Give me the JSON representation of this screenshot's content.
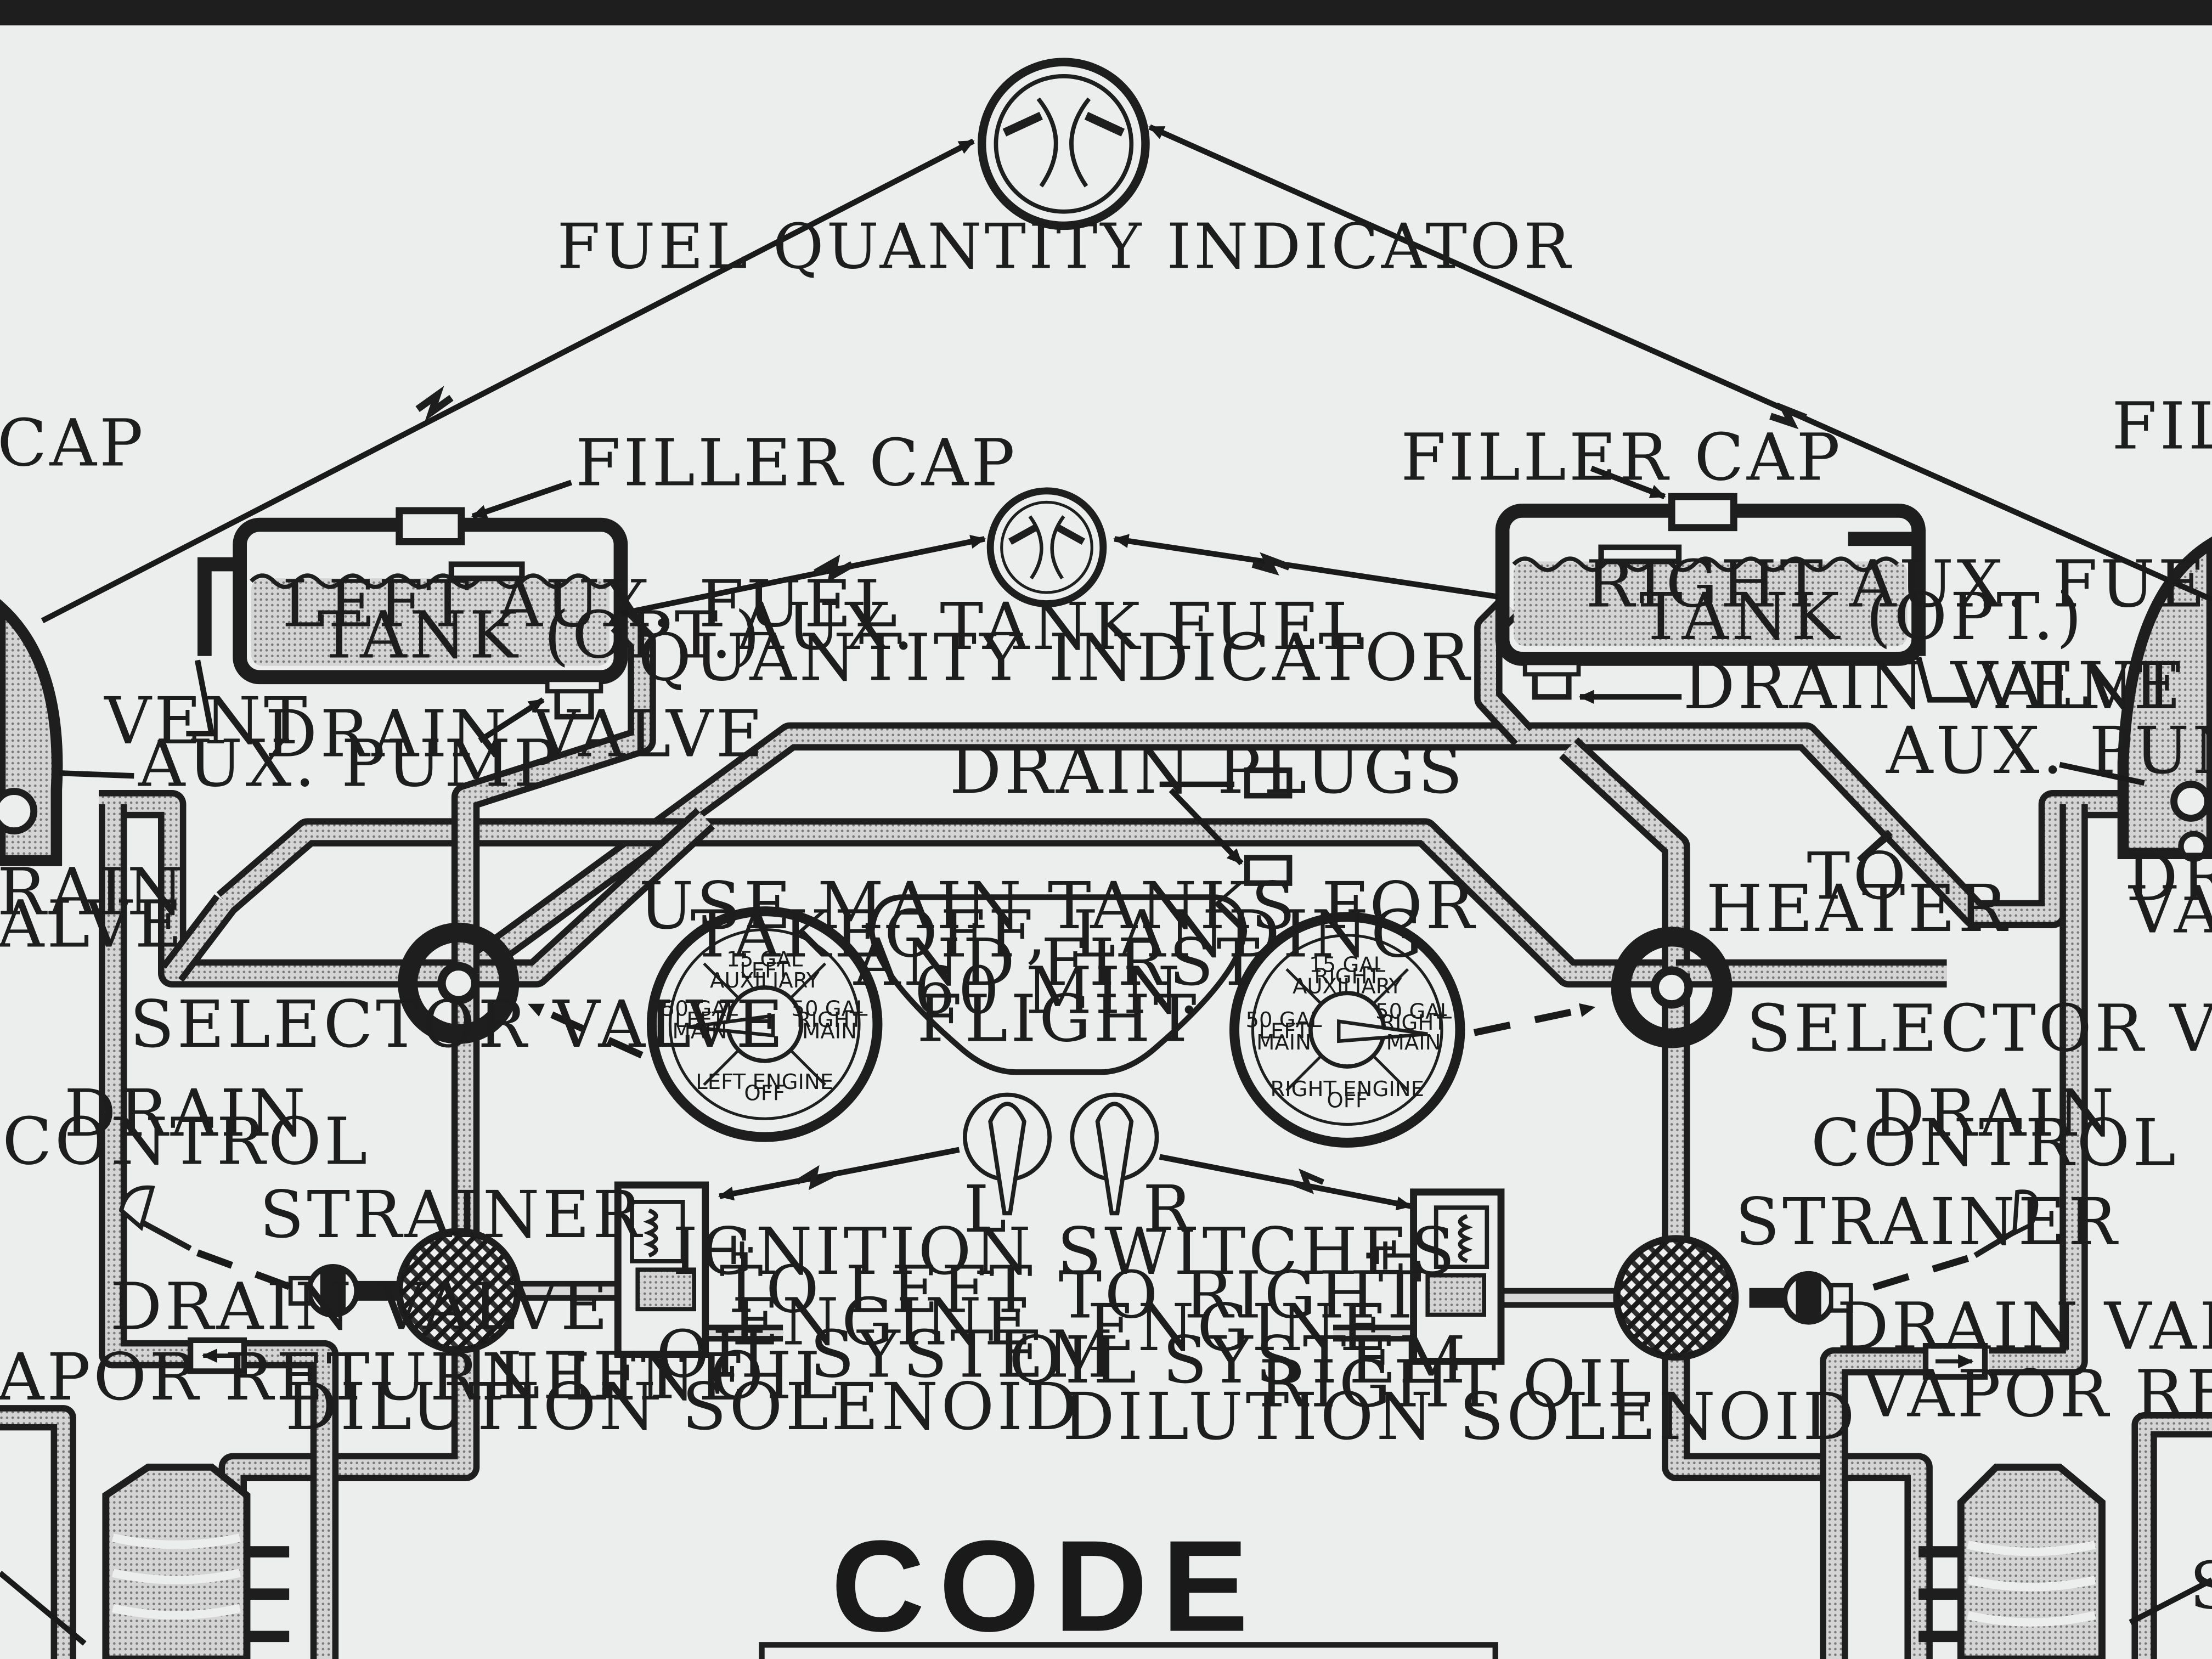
{
  "labels": {
    "fuel_qty": "FUEL QUANTITY INDICATOR",
    "filler_cap_left_edge": "CAP",
    "filler_cap_right_edge": "FILLER",
    "filler_cap_left": "FILLER CAP",
    "filler_cap_right": "FILLER CAP",
    "left_aux_tank_1": "LEFT AUX. FUEL",
    "left_aux_tank_2": "TANK (OPT.)",
    "right_aux_tank_1": "RIGHT AUX. FUEL",
    "right_aux_tank_2": "TANK (OPT.)",
    "aux_qty_1": "AUX. TANK FUEL",
    "aux_qty_2": "QUANTITY INDICATOR",
    "vent_left": "VENT",
    "vent_right": "VENT",
    "drain_valve_left_tank": "DRAIN VALVE",
    "drain_valve_right_tank": "DRAIN VALVE",
    "aux_pump_left": "AUX. PUMP",
    "aux_pump_right": "AUX. PUMP",
    "drain_plugs": "DRAIN PLUGS",
    "left_edge_drain_1": "RAIN",
    "left_edge_drain_2": "ALVE",
    "right_edge_drain_1": "DRAIN",
    "right_edge_drain_2": "VALV",
    "to_heater_1": "TO",
    "to_heater_2": "HEATER",
    "use_main_1": "USE MAIN TANKS FOR",
    "use_main_2": "TAKEOFF, LANDING",
    "use_main_3": "AND FIRST",
    "use_main_4": "60 MIN.",
    "use_main_5": "FLIGHT",
    "selector_left": "SELECTOR VALVE",
    "selector_right": "SELECTOR VALVE",
    "drain_control_left_1": "DRAIN",
    "drain_control_left_2": "CONTROL",
    "drain_control_right_1": "DRAIN",
    "drain_control_right_2": "CONTROL",
    "strainer_left": "STRAINER",
    "strainer_right": "STRAINER",
    "switch_l": "L",
    "switch_r": "R",
    "ignition": "IGNITION SWITCHES",
    "to_left_1": "TO LEFT",
    "to_left_2": "ENGINE",
    "to_left_3": "OIL SYSTEM",
    "to_right_1": "TO RIGHT",
    "to_right_2": "ENGINE",
    "to_right_3": "OIL SYSTEM",
    "drain_valve_left_low": "DRAIN VALVE",
    "drain_valve_right_low": "DRAIN VALVE",
    "vapor_left": "APOR RETURN LINE",
    "vapor_right": "VAPOR RETURN LINE",
    "left_sol_1": "LEFT OIL",
    "left_sol_2": "DILUTION SOLENOID",
    "right_sol_1": "RIGHT OIL",
    "right_sol_2": "DILUTION SOLENOID",
    "code": "CODE",
    "edge_s": "S"
  },
  "gauge_left": {
    "top_1": "15 GAL",
    "top_2": "LEFT",
    "top_3": "AUXILIARY",
    "left_1": "50 GAL",
    "left_2": "LEFT",
    "left_3": "MAIN",
    "right_1": "50 GAL",
    "right_2": "RIGHT",
    "right_3": "MAIN",
    "bottom_1": "LEFT ENGINE",
    "bottom_2": "OFF"
  },
  "gauge_right": {
    "top_1": "15 GAL",
    "top_2": "RIGHT",
    "top_3": "AUXILIARY",
    "left_1": "50 GAL",
    "left_2": "LEFT",
    "left_3": "MAIN",
    "right_1": "50 GAL",
    "right_2": "RIGHT",
    "right_3": "MAIN",
    "bottom_1": "RIGHT ENGINE",
    "bottom_2": "OFF"
  },
  "colors": {
    "paper": "#eceeed",
    "ink": "#1e1e1e",
    "pipe_fill": "#c9c9c9"
  }
}
